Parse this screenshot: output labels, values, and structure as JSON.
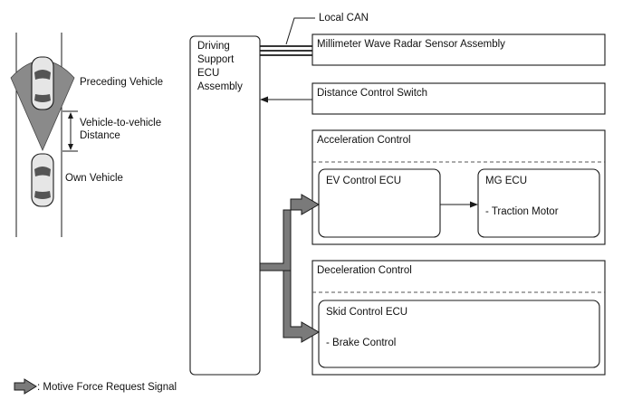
{
  "colors": {
    "stroke": "#1a1a1a",
    "arrow_fill": "#7a7a7a",
    "fov_fill": "#8a8a8a",
    "car_fill": "#e6e6e6",
    "background": "#ffffff"
  },
  "icons": [
    "preceding-vehicle-icon",
    "own-vehicle-icon",
    "motive-force-arrow-icon"
  ],
  "labels": {
    "local_can": "Local CAN",
    "preceding_vehicle": "Preceding Vehicle",
    "distance_line1": "Vehicle-to-vehicle",
    "distance_line2": "Distance",
    "own_vehicle": "Own Vehicle",
    "legend": ": Motive Force Request Signal"
  },
  "ecu": {
    "line1": "Driving",
    "line2": "Support",
    "line3": "ECU",
    "line4": "Assembly"
  },
  "boxes": {
    "radar": "Millimeter Wave Radar Sensor Assembly",
    "distance_switch": "Distance Control Switch",
    "acceleration": "Acceleration Control",
    "ev_ecu": "EV Control ECU",
    "mg_ecu": "MG ECU",
    "traction_motor": "- Traction Motor",
    "deceleration": "Deceleration Control",
    "skid_ecu": "Skid Control ECU",
    "brake_control": "- Brake Control"
  }
}
